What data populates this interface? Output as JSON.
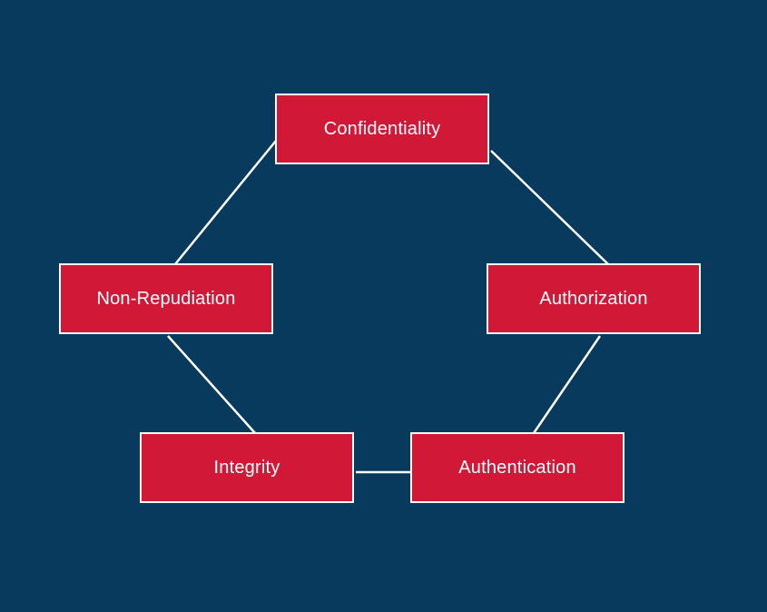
{
  "colors": {
    "background": "#073a5c",
    "node_fill": "#d11837",
    "node_border": "#ffffff",
    "connector": "#ffffff",
    "text": "#ffffff"
  },
  "nodes": {
    "confidentiality": "Confidentiality",
    "authorization": "Authorization",
    "non_repudiation": "Non-Repudiation",
    "integrity": "Integrity",
    "authentication": "Authentication"
  },
  "connections": [
    [
      "confidentiality",
      "authorization"
    ],
    [
      "authorization",
      "authentication"
    ],
    [
      "authentication",
      "integrity"
    ],
    [
      "integrity",
      "non_repudiation"
    ],
    [
      "non_repudiation",
      "confidentiality"
    ]
  ]
}
